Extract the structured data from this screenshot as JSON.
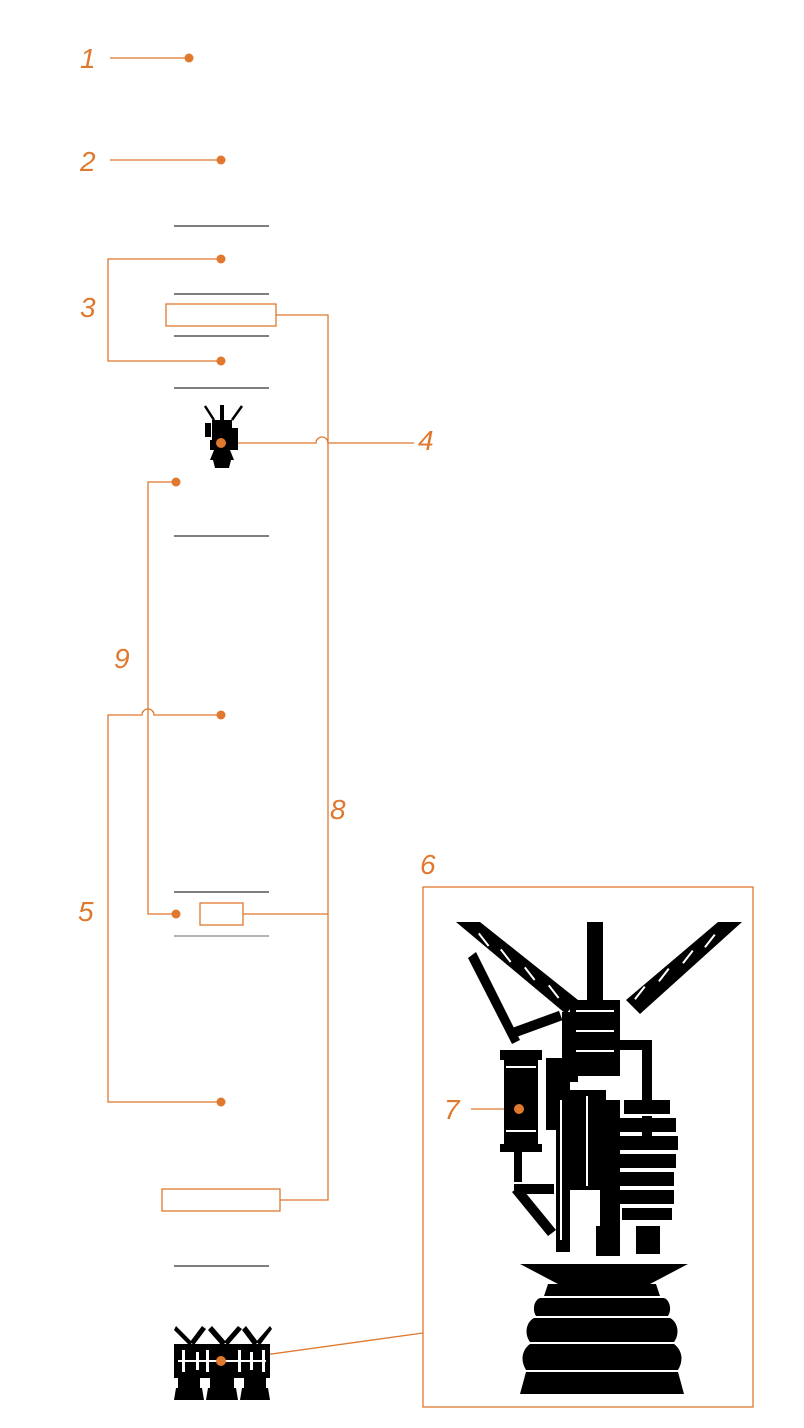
{
  "colors": {
    "accent": "#e0782e",
    "ink": "#000000",
    "rule": "#333333",
    "background": "#ffffff"
  },
  "callouts": {
    "c1": "1",
    "c2": "2",
    "c3": "3",
    "c4": "4",
    "c5": "5",
    "c6": "6",
    "c7": "7",
    "c8": "8",
    "c9": "9"
  }
}
